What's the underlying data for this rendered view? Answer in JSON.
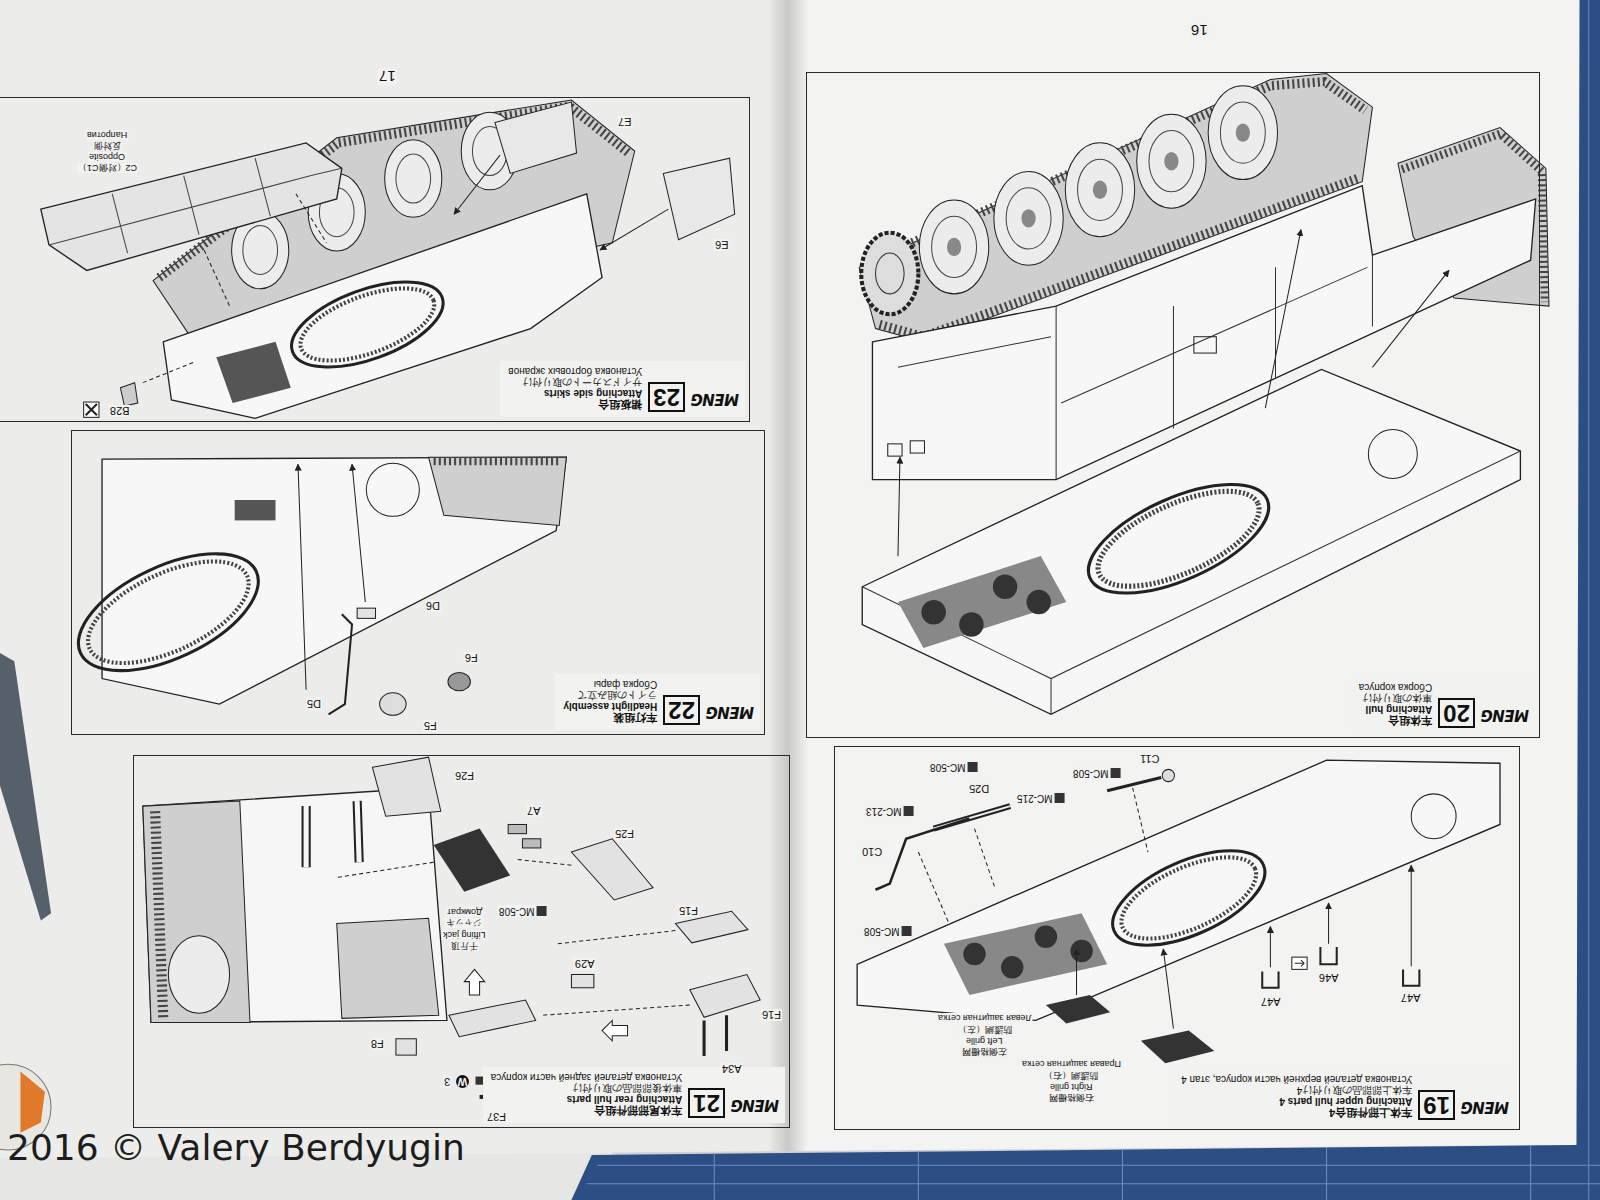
{
  "diagram": {
    "nodes": [
      {
        "text": [
          "MENG",
          "19",
          "车体上部件组合4",
          "Attaching upper hull parts 4",
          "车体上部部品の取り付け4",
          "Установка деталей верхней части корпуса, этап 4"
        ]
      },
      {
        "text": [
          "MENG",
          "20",
          "车体组合",
          "Attaching hull",
          "車体の取り付け",
          "Сборка корпуса"
        ]
      },
      {
        "text": [
          "MENG",
          "21",
          "车体尾部部件组合",
          "Attaching rear hull parts",
          "車体後部部品の取り付け",
          "Установка деталей задней части корпуса"
        ]
      },
      {
        "text": [
          "MENG",
          "22",
          "车灯组装",
          "Headlight assembly",
          "ライトの組み立て",
          "Сборка фары"
        ]
      },
      {
        "text": [
          "MENG",
          "23",
          "裙板组合",
          "Attaching side skirts",
          "サイドスカートの取り付け",
          "Установка бортовых экранов"
        ]
      }
    ],
    "labels": [
      "A47",
      "A46",
      "A47",
      "右侧格栅网",
      "Right grille",
      "防護網（右）",
      "Правая защитная сетка",
      "左侧格栅网",
      "Left grille",
      "防護網（左）",
      "Левая защитная сетка",
      "C10",
      "MC-508",
      "MC-213",
      "D25",
      "MC-508",
      "MC-215",
      "MC-508",
      "C11",
      "F37",
      "W",
      "3",
      "A34",
      "F8",
      "A29",
      "F16",
      "F15",
      "F25",
      "A7",
      "MC-508",
      "千斤顶",
      "Lifting jack",
      "ジャッキ",
      "Домкрат",
      "F26",
      "F5",
      "D5",
      "F6",
      "D6",
      "B28",
      "C2（对侧C1）",
      "Opposite",
      "反対側",
      "Напротив",
      "E7",
      "E6",
      "16",
      "17",
      "2016 © Valery Berdyugin"
    ]
  }
}
